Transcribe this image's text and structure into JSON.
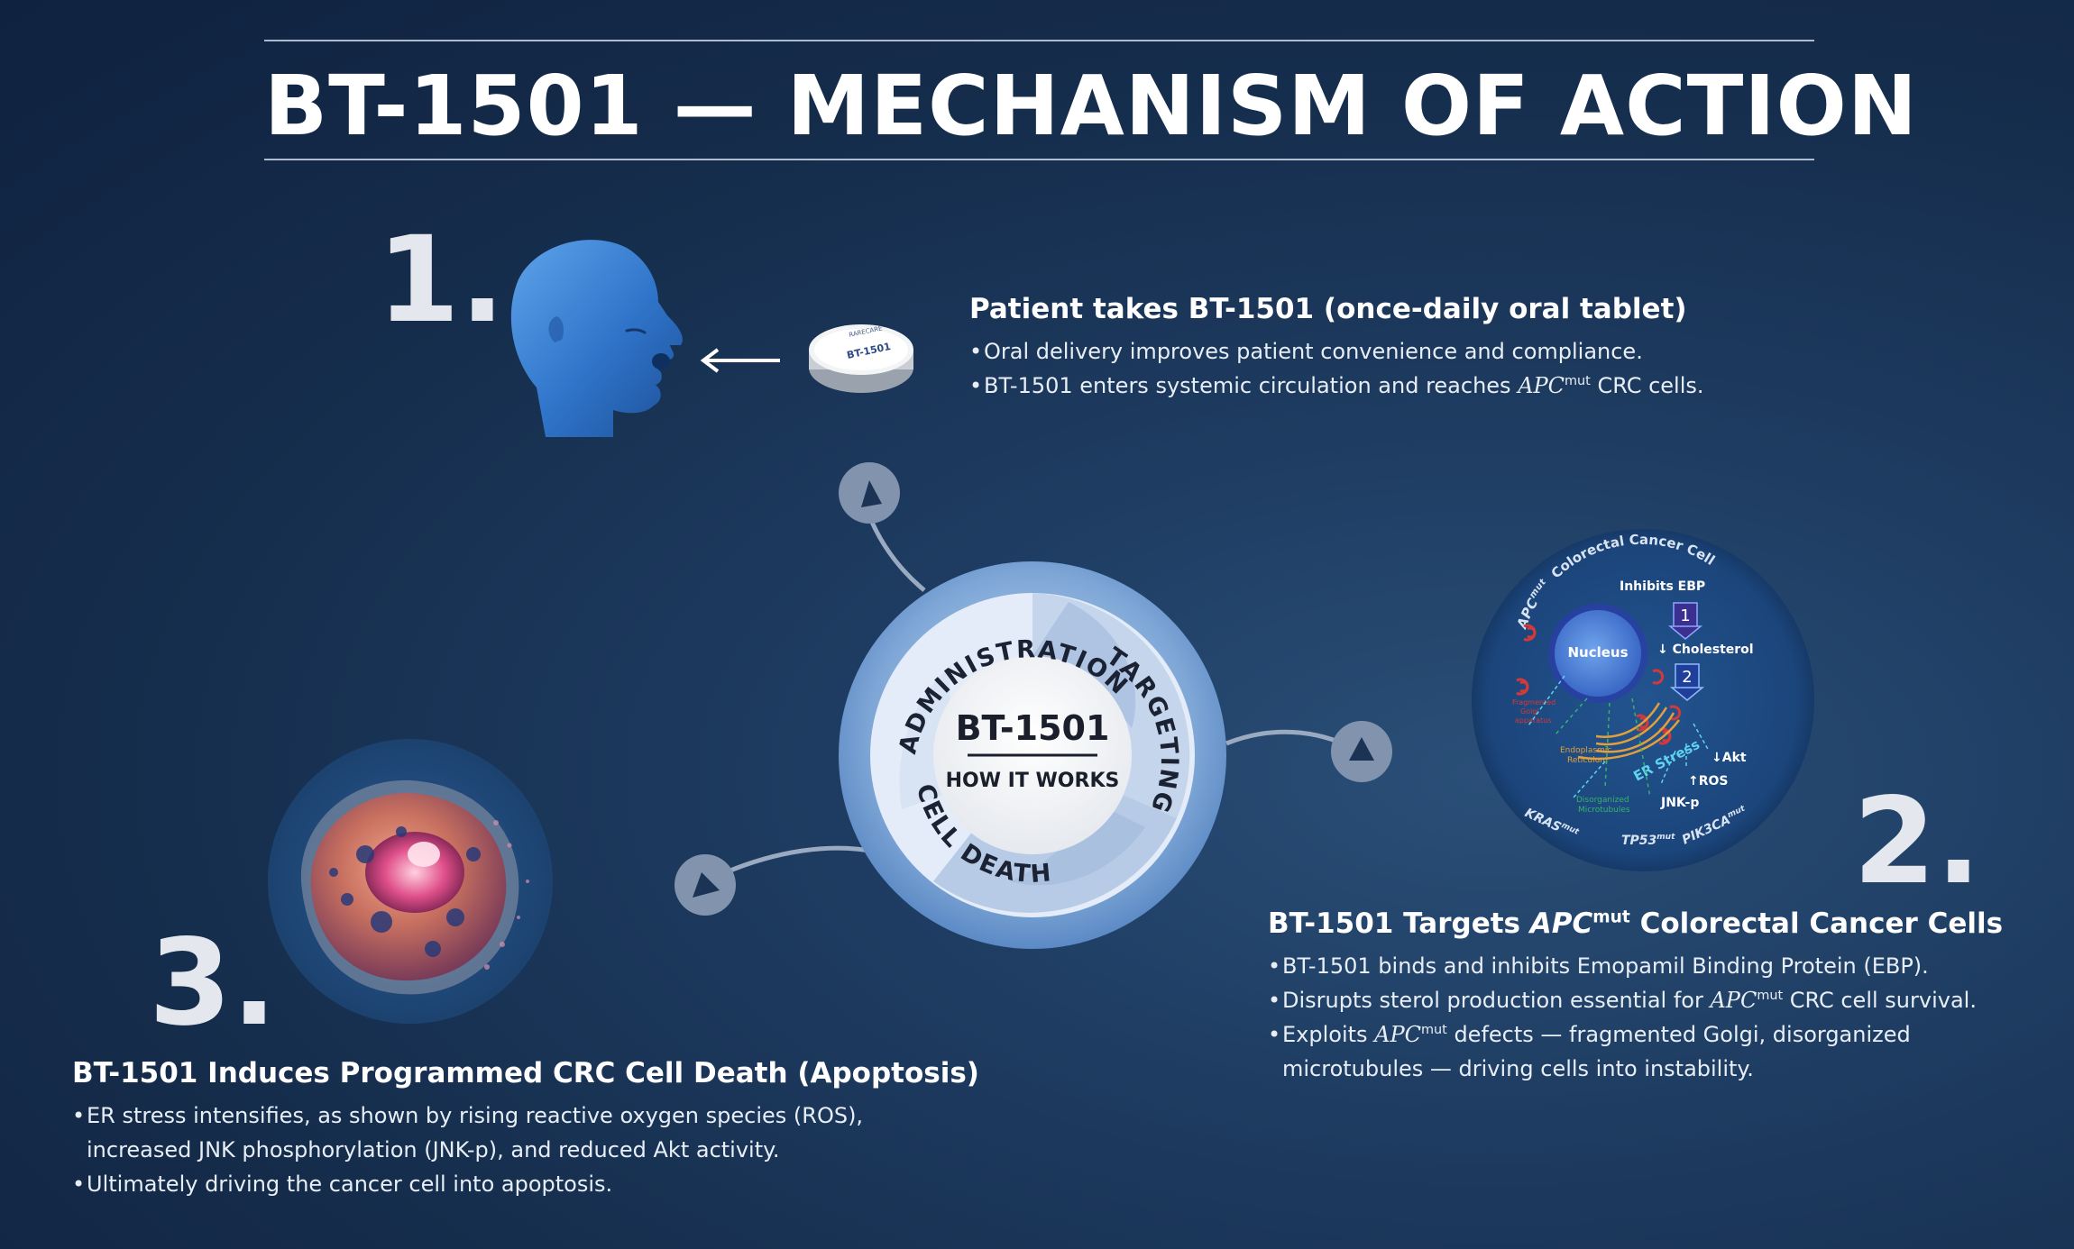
{
  "title": "BT-1501 — MECHANISM OF ACTION",
  "step1": {
    "number": "1.",
    "heading": "Patient takes BT-1501 (once-daily oral tablet)",
    "bullet1": "Oral delivery improves patient convenience and compliance.",
    "bullet2_pre": "BT-1501 enters systemic circulation and reaches ",
    "gene": "APC",
    "gene_sup": "mut",
    "bullet2_post": " CRC cells.",
    "pill_brand": "RARECARE",
    "pill_label": "BT-1501"
  },
  "step2": {
    "number": "2.",
    "heading_pre": "BT-1501 Targets ",
    "gene": "APC",
    "gene_sup": "mut",
    "heading_post": " Colorectal Cancer Cells",
    "bullet1": "BT-1501 binds and inhibits Emopamil Binding Protein (EBP).",
    "bullet2_pre": "Disrupts sterol production essential for ",
    "bullet2_post": " CRC cell survival.",
    "bullet3_pre": "Exploits ",
    "bullet3_post": " defects — fragmented Golgi, disorganized microtubules — driving cells into instability."
  },
  "step3": {
    "number": "3.",
    "heading": "BT-1501 Induces Programmed CRC Cell Death (Apoptosis)",
    "bullet1": "ER stress intensifies, as shown by rising reactive oxygen species (ROS), increased JNK phosphorylation (JNK-p), and reduced Akt activity.",
    "bullet2": "Ultimately driving the cancer cell into apoptosis."
  },
  "hub": {
    "center_title": "BT-1501",
    "center_sub": "HOW IT WORKS",
    "seg1": "ADMINISTRATION",
    "seg2": "TARGETING",
    "seg3": "CELL DEATH"
  },
  "cell_diagram": {
    "title_apc": "APC",
    "title_sup": "mut",
    "title_rest": "Colorectal Cancer Cell",
    "inhibits": "Inhibits EBP",
    "step_a": "1",
    "step_b": "2",
    "cholesterol": "↓ Cholesterol",
    "nucleus": "Nucleus",
    "golgi": [
      "Fragmented",
      "Golgi",
      "apparatus"
    ],
    "er": [
      "Endoplasmic",
      "Reticulum"
    ],
    "er_stress": "ER Stress",
    "akt": "↓Akt",
    "ros": "↑ROS",
    "jnk": "JNK-p",
    "microtubules": [
      "Disorganized",
      "Microtubules"
    ],
    "kras": "KRAS",
    "tp53": "TP53",
    "pik3ca": "PIK3CA",
    "mut": "mut"
  },
  "colors": {
    "background": "#142b49",
    "accent_blue": "#2f6fc4",
    "hub_light": "#dfe9f7",
    "hub_mid": "#b3c8e4",
    "arrow_button": "#8497b2",
    "golgi_red": "#d23a3a",
    "er_orange": "#e3a03a",
    "stress_cyan": "#5fd3f0"
  }
}
